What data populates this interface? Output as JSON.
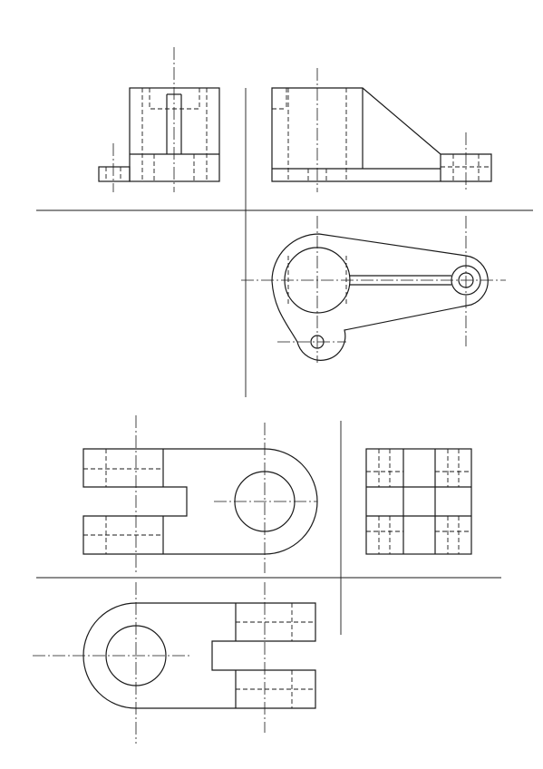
{
  "drawing": {
    "line_color": "#1a1a1a",
    "paper_color": "#ffffff",
    "line_styles": [
      "visible-outline",
      "hidden-dashed",
      "center-dash-dot",
      "projection-axis"
    ],
    "problems": [
      {
        "id": "upper-bracket",
        "views": [
          "front-view",
          "side-view",
          "top-view"
        ]
      },
      {
        "id": "lower-clevis",
        "views": [
          "front-view",
          "side-view",
          "top-view"
        ]
      }
    ]
  }
}
